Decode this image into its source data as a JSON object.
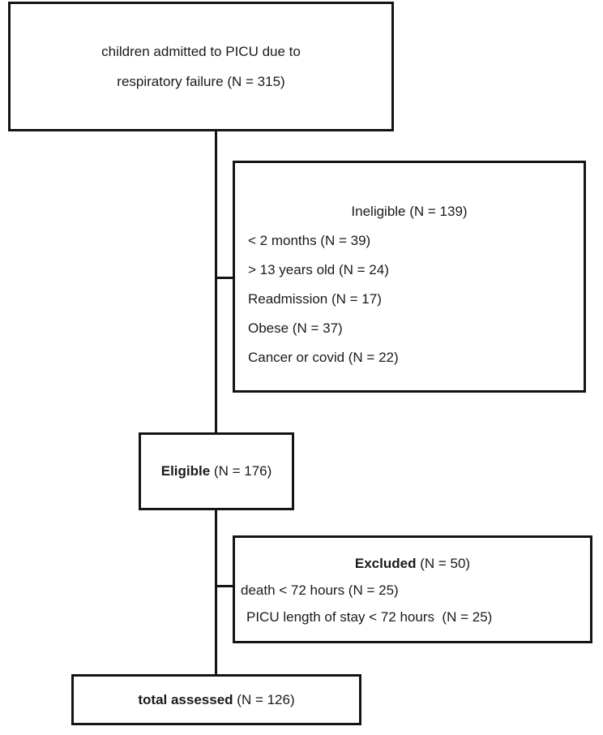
{
  "flowchart": {
    "colors": {
      "border": "#141414",
      "text": "#1a1a1a",
      "background": "#ffffff"
    },
    "top_box": {
      "line1": "children admitted to PICU due to",
      "line2": "respiratory failure (N = 315)"
    },
    "ineligible_box": {
      "title": "Ineligible (N = 139)",
      "items": [
        "< 2 months (N = 39)",
        "> 13 years old (N = 24)",
        "Readmission (N = 17)",
        "Obese (N = 37)",
        "Cancer or covid (N = 22)"
      ]
    },
    "eligible_box": {
      "label_bold": "Eligible",
      "label_rest": " (N = 176)"
    },
    "excluded_box": {
      "title_bold": "Excluded",
      "title_rest": " (N = 50)",
      "items": [
        "death < 72 hours (N = 25)",
        "PICU length of stay < 72 hours  (N = 25)"
      ]
    },
    "total_box": {
      "label_bold": "total assessed",
      "label_rest": " (N = 126)"
    }
  }
}
